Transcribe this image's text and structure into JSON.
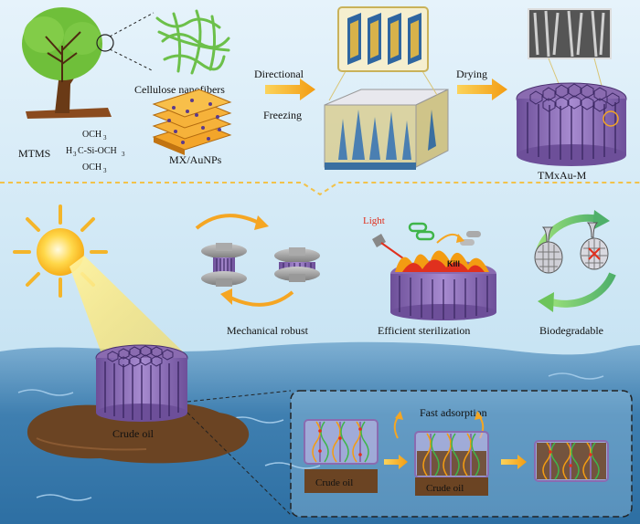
{
  "top": {
    "cellulose_label": "Cellulose nanofibers",
    "mtms_label": "MTMS",
    "och3_top": "OCH",
    "och3_top_sub": "3",
    "formula_left": "H",
    "formula_left_sub": "3",
    "formula_c_si": "C-Si-OCH",
    "formula_right_sub": "3",
    "och3_bottom": "OCH",
    "och3_bottom_sub": "3",
    "mx_label": "MX/AuNPs",
    "step1_line1": "Directional",
    "step1_line2": "Freezing",
    "step2_label": "Drying",
    "product_label": "TMxAu-M"
  },
  "middle": {
    "mechanical_label": "Mechanical robust",
    "light_label": "Light",
    "kill_label": "Kill",
    "sterilization_label": "Efficient sterilization",
    "biodegradable_label": "Biodegradable"
  },
  "bottom": {
    "crude_oil_island_label": "Crude oil",
    "fast_adsorption_label": "Fast adsorption",
    "crude_oil_box1": "Crude oil",
    "crude_oil_box2": "Crude oil"
  },
  "colors": {
    "sky_top": "#cfe7f6",
    "water": "#4d87b4",
    "purple": "#8a6bb0",
    "arrow_orange": "#f5a623",
    "oil_brown": "#6b4423"
  }
}
